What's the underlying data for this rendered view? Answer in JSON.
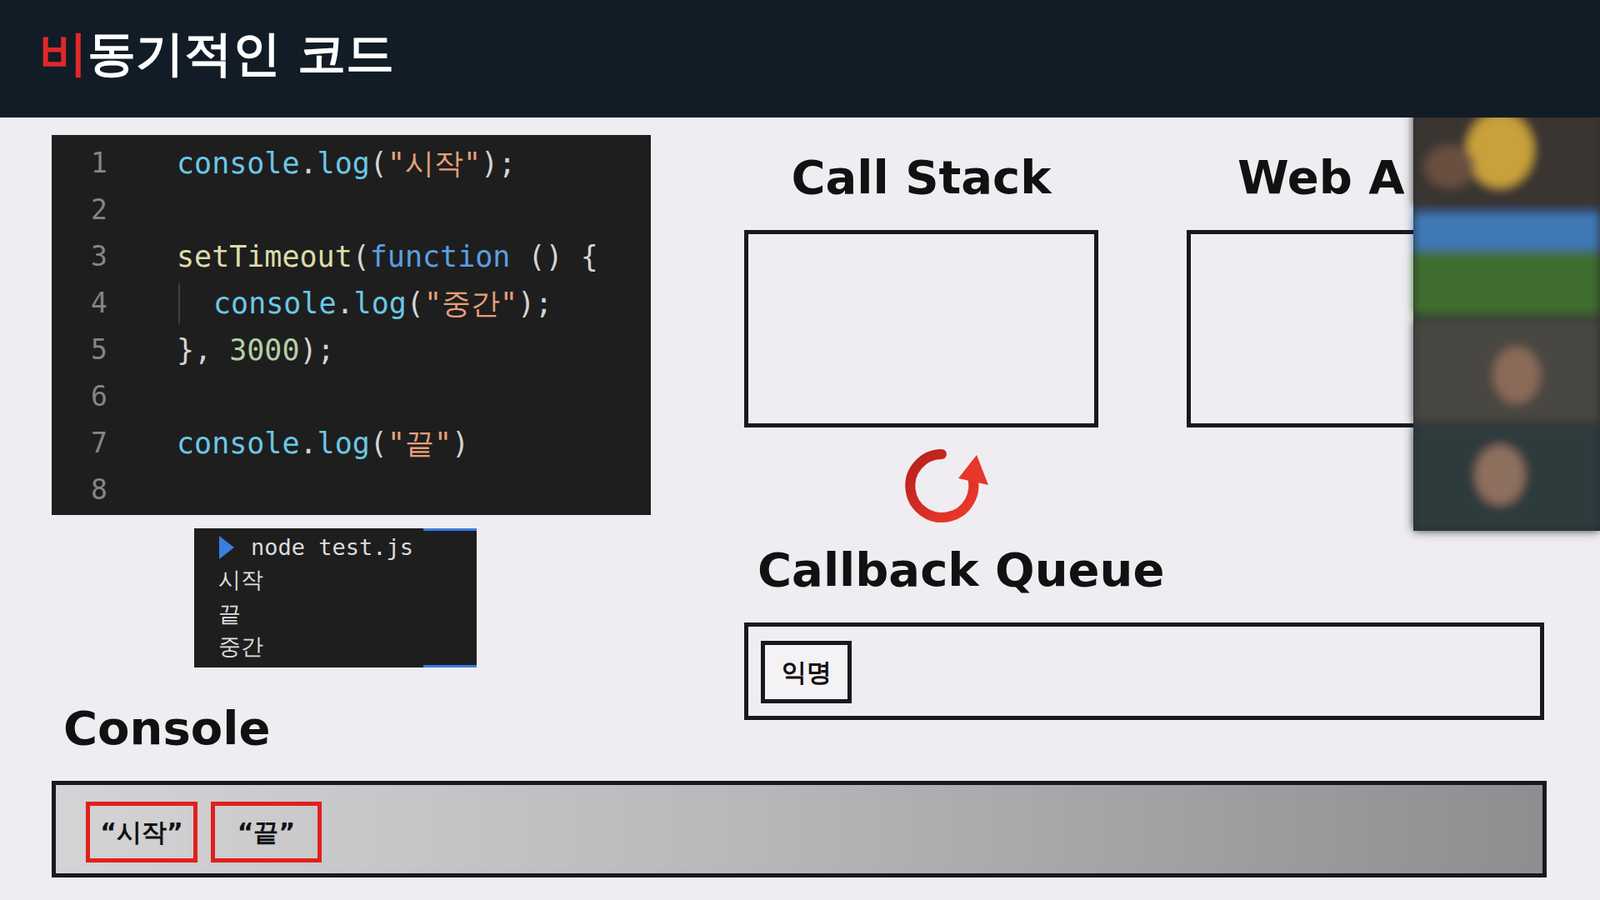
{
  "diagram": {
    "title": "비동기적인 코드",
    "nodes": [
      {
        "text": [
          "console.log(\"시작\");",
          "setTimeout(function () {",
          "console.log(\"중간\");",
          "}, 3000);",
          "console.log(\"끝\")"
        ]
      },
      {
        "text": [
          "Call Stack"
        ]
      },
      {
        "text": [
          "Web A"
        ]
      },
      {
        "text": [
          "node test.js",
          "시작",
          "끝",
          "중간"
        ]
      },
      {
        "text": [
          "Callback Queue"
        ]
      },
      {
        "text": [
          "익명"
        ],
        "in": 4
      },
      {
        "text": [
          "Console"
        ]
      },
      {
        "text": [
          "“시작”"
        ],
        "in": 6
      },
      {
        "text": [
          "“끝”"
        ],
        "in": 6
      }
    ],
    "labels": [
      "1",
      "2",
      "3",
      "4",
      "5",
      "6",
      "7",
      "8"
    ]
  }
}
